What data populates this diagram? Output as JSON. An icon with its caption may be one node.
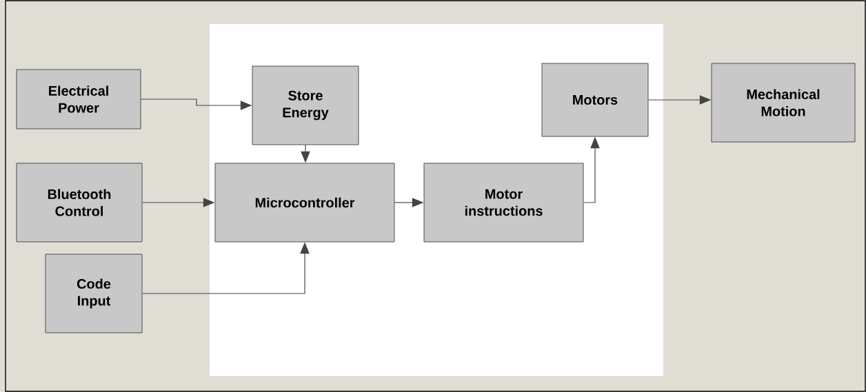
{
  "diagram": {
    "nodes": [
      {
        "text": [
          "Electrical Power"
        ]
      },
      {
        "text": [
          "Store Energy"
        ]
      },
      {
        "text": [
          "Motors"
        ]
      },
      {
        "text": [
          "Mechanical Motion"
        ]
      },
      {
        "text": [
          "Bluetooth Control"
        ]
      },
      {
        "text": [
          "Microcontroller"
        ]
      },
      {
        "text": [
          "Motor instructions"
        ]
      },
      {
        "text": [
          "Code Input"
        ]
      }
    ],
    "edges": [
      {
        "from": 0,
        "to": 1,
        "arrow": "to"
      },
      {
        "from": 1,
        "to": 5,
        "arrow": "to"
      },
      {
        "from": 4,
        "to": 5,
        "arrow": "to"
      },
      {
        "from": 7,
        "to": 5,
        "arrow": "to"
      },
      {
        "from": 5,
        "to": 6,
        "arrow": "to"
      },
      {
        "from": 6,
        "to": 2,
        "arrow": "to"
      },
      {
        "from": 2,
        "to": 3,
        "arrow": "to"
      }
    ]
  }
}
